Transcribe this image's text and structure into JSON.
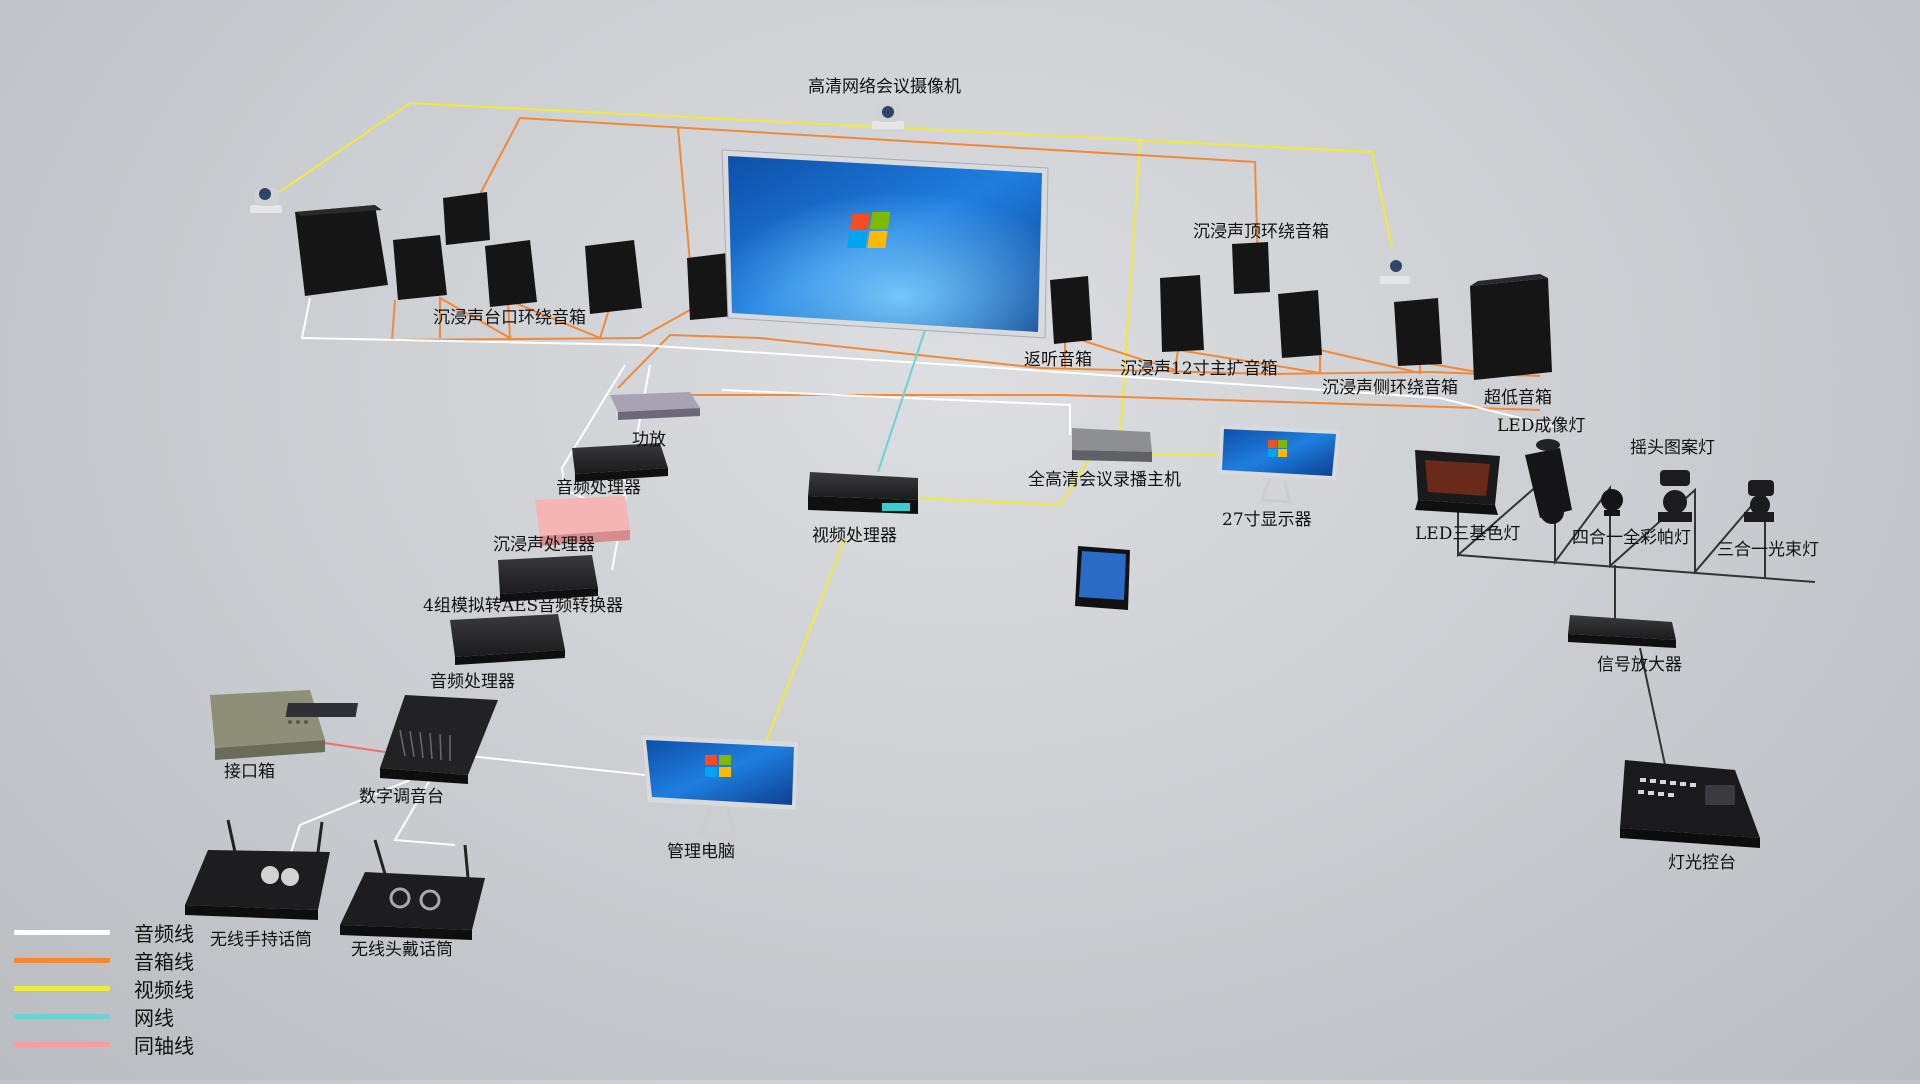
{
  "colors": {
    "audio_line": "#ffffff",
    "speaker_line": "#f08a3a",
    "video_line": "#f2ea3a",
    "network_line": "#6fd0d8",
    "coax_line": "#f4a0a0",
    "device_dark": "#1c1c1e",
    "screen_blue": "#1a6fd0"
  },
  "labels": {
    "hd_camera": "高清网络会议摄像机",
    "front_surround": "沉浸声台口环绕音箱",
    "top_surround": "沉浸声顶环绕音箱",
    "monitor_speaker": "返听音箱",
    "main_12inch": "沉浸声12寸主扩音箱",
    "side_surround": "沉浸声侧环绕音箱",
    "subwoofer": "超低音箱",
    "led_imaging": "LED成像灯",
    "moving_gobo": "摇头图案灯",
    "amplifier": "功放",
    "audio_processor_top": "音频处理器",
    "immersive_processor": "沉浸声处理器",
    "aes_converter": "4组模拟转AES音频转换器",
    "audio_processor_bottom": "音频处理器",
    "interface_box": "接口箱",
    "digital_mixer": "数字调音台",
    "wireless_handheld": "无线手持话筒",
    "wireless_headset": "无线头戴话筒",
    "video_processor": "视频处理器",
    "recorder": "全高清会议录播主机",
    "monitor_27": "27寸显示器",
    "management_pc": "管理电脑",
    "led_rgb": "LED三基色灯",
    "par_light": "四合一全彩帕灯",
    "beam_light": "三合一光束灯",
    "signal_amp": "信号放大器",
    "light_console": "灯光控台"
  },
  "legend": [
    {
      "label": "音频线",
      "color": "#ffffff"
    },
    {
      "label": "音箱线",
      "color": "#f08a3a"
    },
    {
      "label": "视频线",
      "color": "#f2ea3a"
    },
    {
      "label": "网线",
      "color": "#6fd0d8"
    },
    {
      "label": "同轴线",
      "color": "#f4a0a0"
    }
  ],
  "icons": {
    "camera": "ptz-camera-icon",
    "speaker": "speaker-cabinet-icon",
    "screen": "windows-display-icon",
    "rack": "rack-device-icon",
    "mixer": "mixing-console-icon",
    "tablet": "tablet-icon",
    "light": "stage-light-icon"
  }
}
